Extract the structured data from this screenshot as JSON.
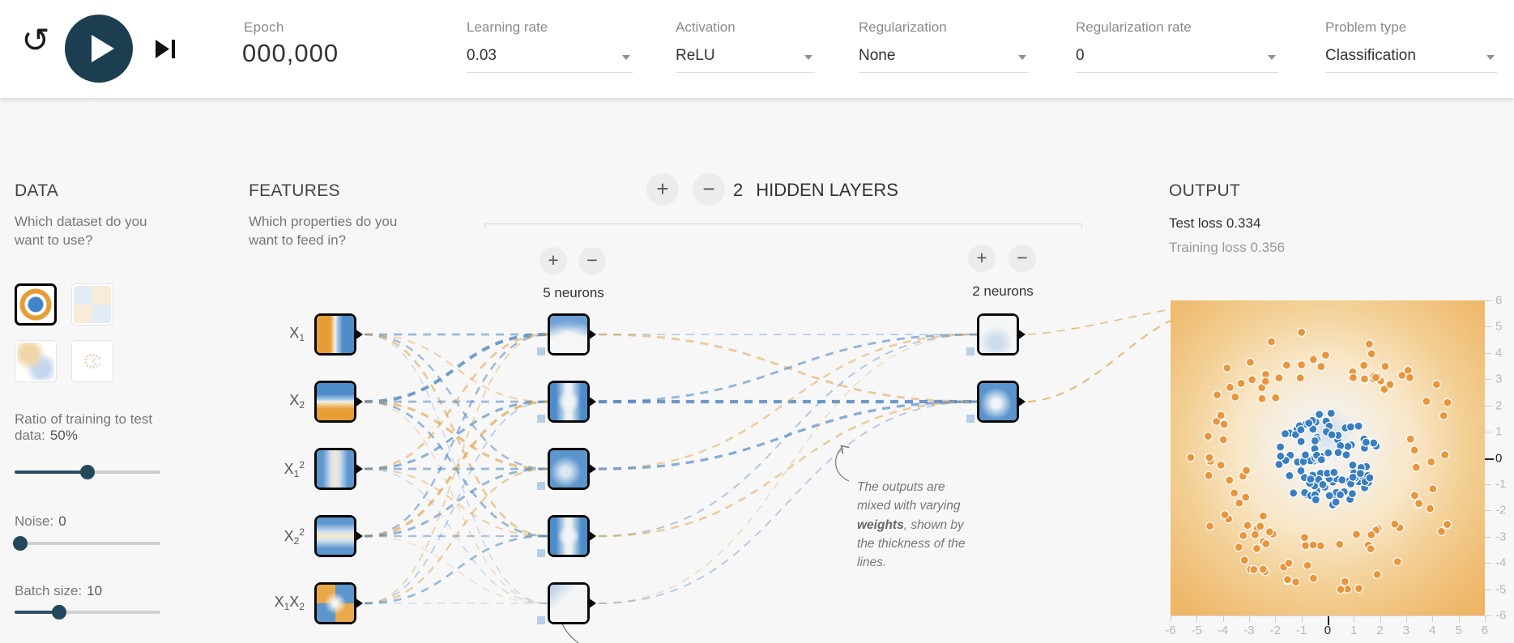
{
  "topbar": {
    "epoch_label": "Epoch",
    "epoch_value": "000,000",
    "selects": [
      {
        "label": "Learning rate",
        "value": "0.03"
      },
      {
        "label": "Activation",
        "value": "ReLU"
      },
      {
        "label": "Regularization",
        "value": "None"
      },
      {
        "label": "Regularization rate",
        "value": "0"
      },
      {
        "label": "Problem type",
        "value": "Classification"
      }
    ]
  },
  "data_panel": {
    "title": "DATA",
    "subtitle": "Which dataset do you want to use?",
    "datasets": [
      {
        "name": "circle",
        "selected": true
      },
      {
        "name": "exclusive-or",
        "selected": false
      },
      {
        "name": "gaussian",
        "selected": false
      },
      {
        "name": "spiral",
        "selected": false
      }
    ],
    "ratio_label": "Ratio of training to test data:",
    "ratio_value": "50%",
    "noise_label": "Noise:",
    "noise_value": "0",
    "batch_label": "Batch size:",
    "batch_value": "10"
  },
  "features_panel": {
    "title": "FEATURES",
    "subtitle": "Which properties do you want to feed in?",
    "items": [
      {
        "b1": "X",
        "s1": "1"
      },
      {
        "b1": "X",
        "s1": "2"
      },
      {
        "b1": "X",
        "s1": "1",
        "p": "2"
      },
      {
        "b1": "X",
        "s1": "2",
        "p": "2"
      },
      {
        "b1": "X",
        "s1": "1",
        "b2": "X",
        "s2": "2"
      }
    ]
  },
  "network": {
    "layers_count": "2",
    "layers_label": "HIDDEN LAYERS",
    "layer1_label": "5 neurons",
    "layer2_label": "2 neurons"
  },
  "annotation": {
    "pre": "The outputs are mixed with varying ",
    "bold": "weights",
    "post": ", shown by the thickness of the lines."
  },
  "output_panel": {
    "title": "OUTPUT",
    "test_loss_label": "Test loss",
    "test_loss_value": "0.334",
    "training_loss_label": "Training loss",
    "training_loss_value": "0.356",
    "x_ticks": [
      "-6",
      "-5",
      "-4",
      "-3",
      "-2",
      "-1",
      "0",
      "1",
      "2",
      "3",
      "4",
      "5",
      "6"
    ],
    "y_ticks": [
      "6",
      "5",
      "4",
      "3",
      "2",
      "1",
      "0",
      "-1",
      "-2",
      "-3",
      "-4",
      "-5",
      "-6"
    ]
  },
  "colors": {
    "positive_blue": "#4e86c2",
    "negative_orange": "#dfa44f",
    "accent_dark": "#1c3e50",
    "point_blue": "#3a7ec2",
    "point_orange": "#e9953c"
  }
}
